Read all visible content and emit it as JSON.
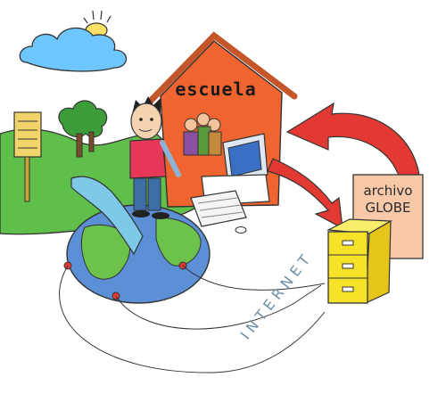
{
  "school": {
    "label": "escuela"
  },
  "archive": {
    "line1": "archivo",
    "line2": "GLOBE"
  },
  "network": {
    "label": "INTERNET"
  },
  "colors": {
    "school_wall": "#f0642f",
    "school_roof": "#c4562a",
    "hill": "#5fbf4a",
    "water": "#7ec8e8",
    "globe": "#5b8fd6",
    "arrow": "#e23a32",
    "cabinet": "#f7e22a",
    "archive_box": "#f7c9a8",
    "sky_cloud": "#6ec6ff",
    "sun": "#ffe066"
  }
}
